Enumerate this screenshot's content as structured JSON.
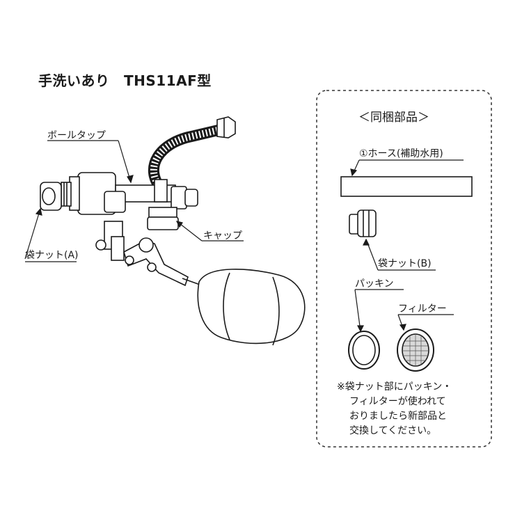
{
  "title": "手洗いあり　THS11AF型",
  "labels": {
    "ball_tap": "ボールタップ",
    "bag_nut_a": "袋ナット(A)",
    "cap": "キャップ"
  },
  "included_parts": {
    "heading": "＜同梱部品＞",
    "hose": "①ホース(補助水用)",
    "bag_nut_b": "袋ナット(B)",
    "packing": "パッキン",
    "filter": "フィルター",
    "note_lines": [
      "※袋ナット部にパッキン・",
      "フィルターが使われて",
      "おりましたら新部品と",
      "交換してください。"
    ]
  }
}
